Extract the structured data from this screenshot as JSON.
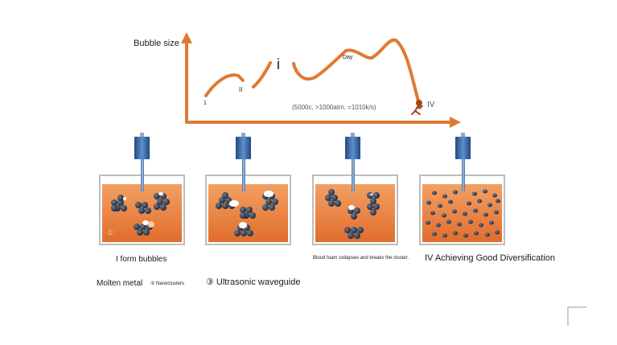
{
  "graph": {
    "y_label": "Bubble size",
    "stage_markers": [
      "1",
      "II",
      "i",
      "Day",
      "IV"
    ],
    "conditions": "(5000c, >1000atm, =1010k/s)"
  },
  "beakers": [
    {
      "caption": "I form bubbles",
      "marker": "①",
      "stage": "formation"
    },
    {
      "caption": "",
      "stage": "growth"
    },
    {
      "caption": "Blood foam collapses and breaks the cluster.",
      "stage": "collapse"
    },
    {
      "caption": "IV Achieving Good Diversification",
      "stage": "dispersed"
    }
  ],
  "legend": {
    "molten_metal": "Molten metal",
    "nanoclusters": "② Nanoclusters",
    "waveguide": "③ Ultrasonic waveguide"
  },
  "colors": {
    "curve": "#e07a33",
    "melt": "#e8793a",
    "horn": "#2e5b95",
    "particle": "#2a3447"
  },
  "icons": [
    "running-figure-icon",
    "page-corner-icon"
  ]
}
